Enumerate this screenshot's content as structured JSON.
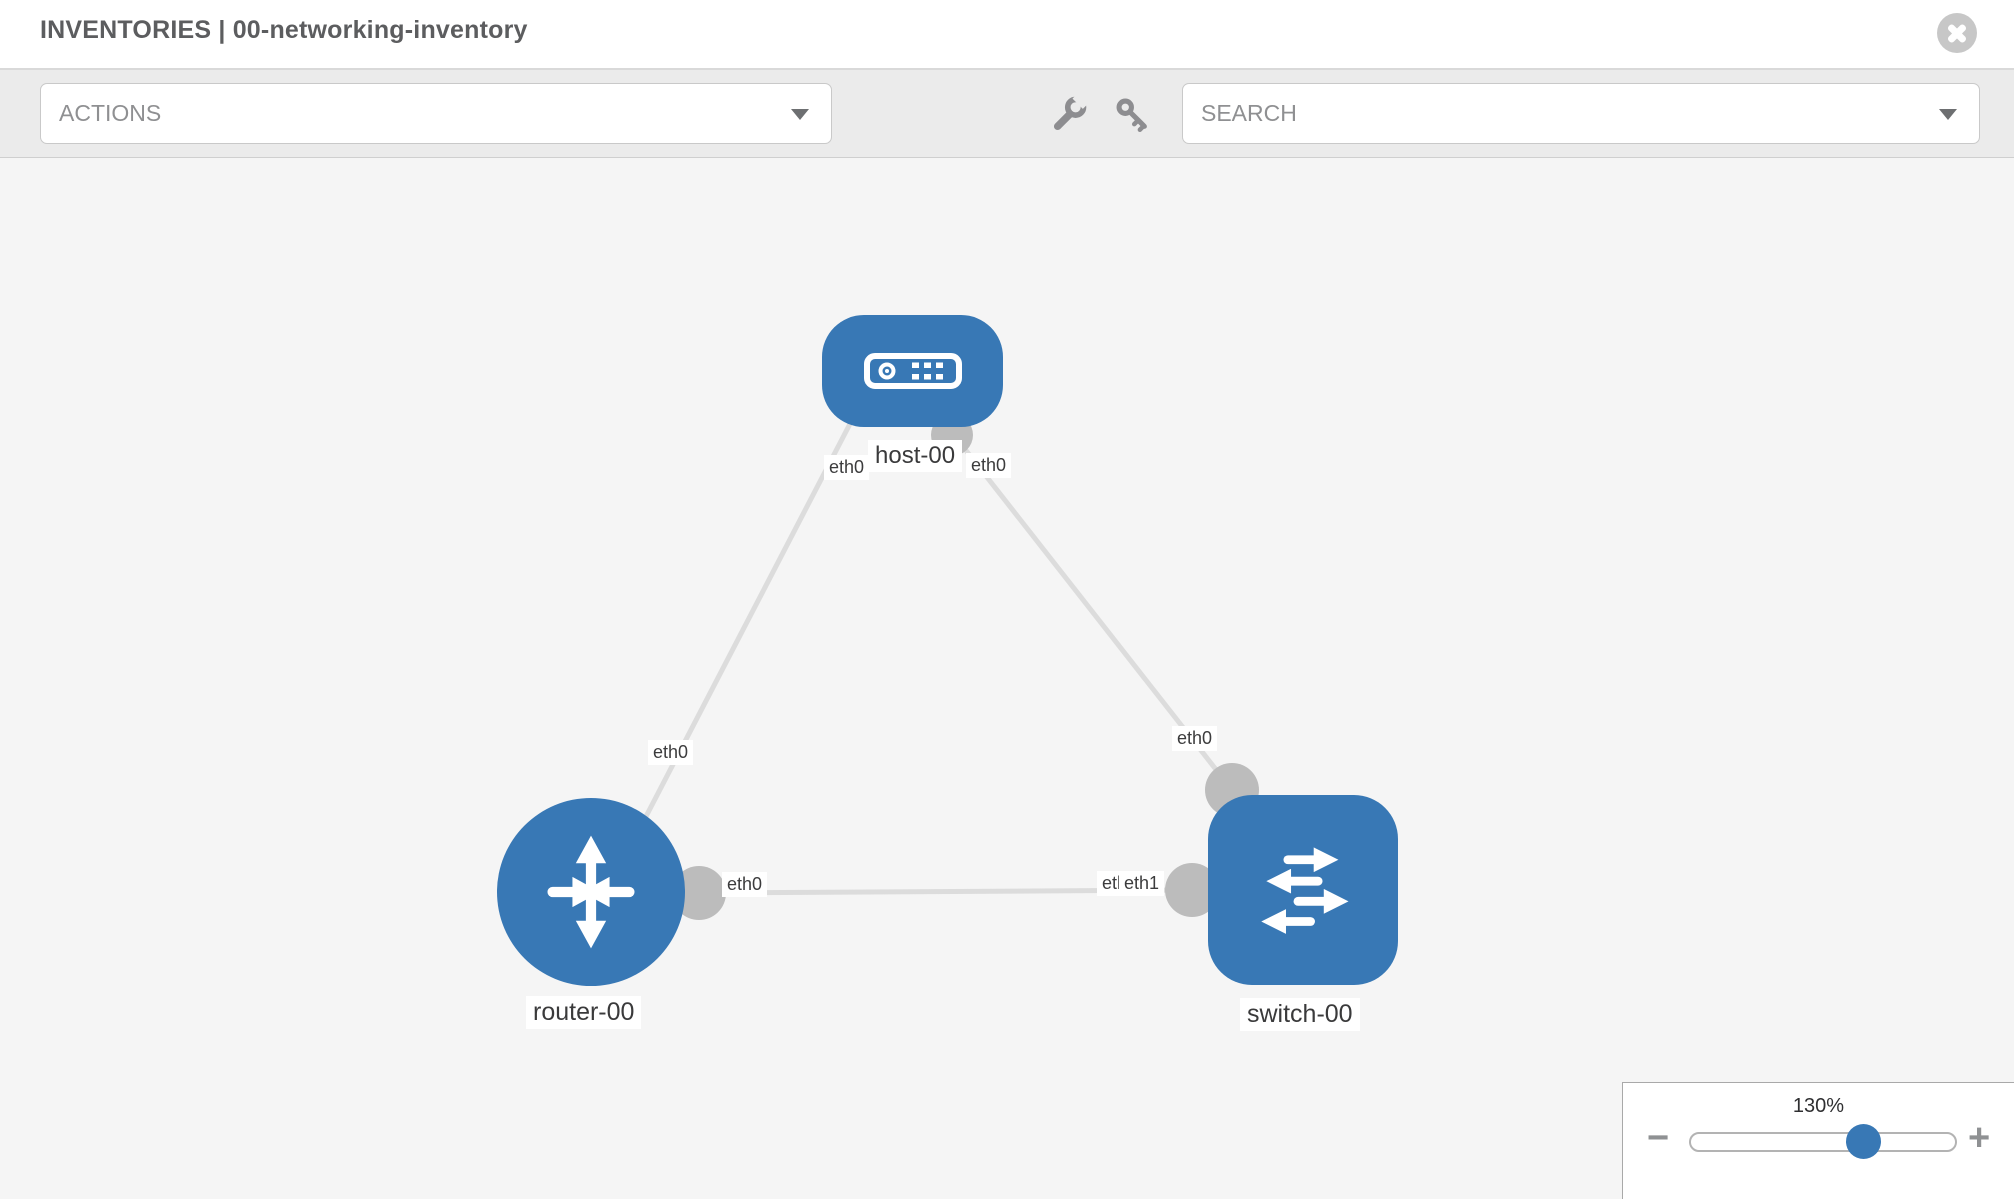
{
  "header": {
    "title": "INVENTORIES | 00-networking-inventory"
  },
  "toolbar": {
    "actions_label": "ACTIONS",
    "search_label": "SEARCH"
  },
  "topology": {
    "nodes": [
      {
        "id": "host-00",
        "type": "host",
        "label": "host-00"
      },
      {
        "id": "router-00",
        "type": "router",
        "label": "router-00"
      },
      {
        "id": "switch-00",
        "type": "switch",
        "label": "switch-00"
      }
    ],
    "links": [
      {
        "from": "host-00",
        "from_if": "eth0",
        "to": "router-00",
        "to_if": "eth0"
      },
      {
        "from": "host-00",
        "from_if": "eth0",
        "to": "switch-00",
        "to_if": "eth0"
      },
      {
        "from": "router-00",
        "from_if": "eth0",
        "to": "switch-00",
        "to_if": "eth1"
      }
    ],
    "overlapped_label": "eth0"
  },
  "zoom_control": {
    "value": "130%",
    "minus_label": "−",
    "plus_label": "+"
  },
  "colors": {
    "node_blue": "#3878b5",
    "link_gray": "#dcdcdc",
    "connector_gray": "#bcbcbc",
    "canvas_bg": "#f5f5f5",
    "toolbar_bg": "#ebebeb"
  }
}
